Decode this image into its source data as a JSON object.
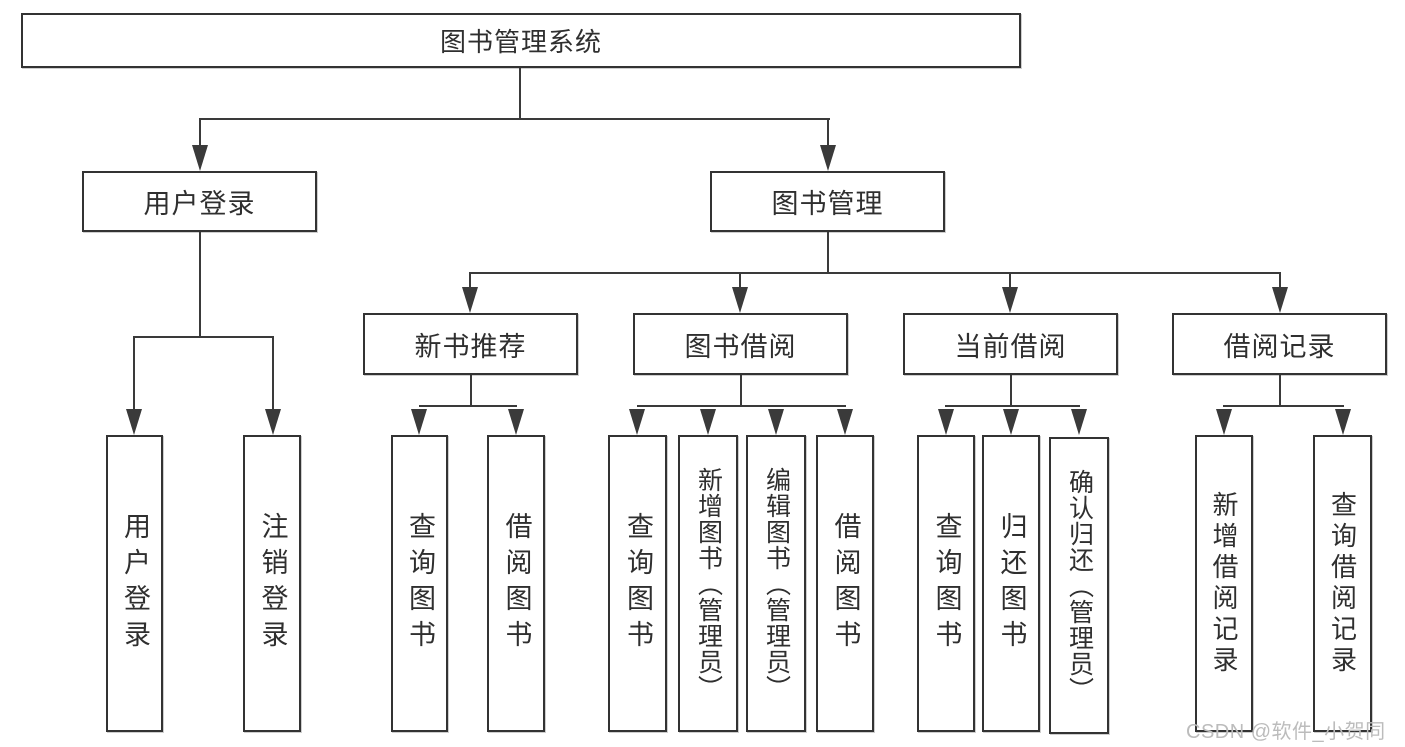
{
  "diagram": {
    "root": {
      "label": "图书管理系统"
    },
    "branches": [
      {
        "label": "用户登录",
        "children": [
          {
            "label": "用户登录"
          },
          {
            "label": "注销登录"
          }
        ]
      },
      {
        "label": "图书管理",
        "children": [
          {
            "label": "新书推荐",
            "children": [
              {
                "label": "查询图书"
              },
              {
                "label": "借阅图书"
              }
            ]
          },
          {
            "label": "图书借阅",
            "children": [
              {
                "label": "查询图书"
              },
              {
                "label": "新增图书（管理员）"
              },
              {
                "label": "编辑图书（管理员）"
              },
              {
                "label": "借阅图书"
              }
            ]
          },
          {
            "label": "当前借阅",
            "children": [
              {
                "label": "查询图书"
              },
              {
                "label": "归还图书"
              },
              {
                "label": "确认归还（管理员）"
              }
            ]
          },
          {
            "label": "借阅记录",
            "children": [
              {
                "label": "新增借阅记录"
              },
              {
                "label": "查询借阅记录"
              }
            ]
          }
        ]
      }
    ]
  },
  "watermark": {
    "text": "CSDN @软件_小贺同学"
  },
  "colors": {
    "line": "#3a3a3a",
    "border": "#333333",
    "text": "#2f2f2f",
    "watermark": "#bcbcbc",
    "background": "#ffffff"
  }
}
